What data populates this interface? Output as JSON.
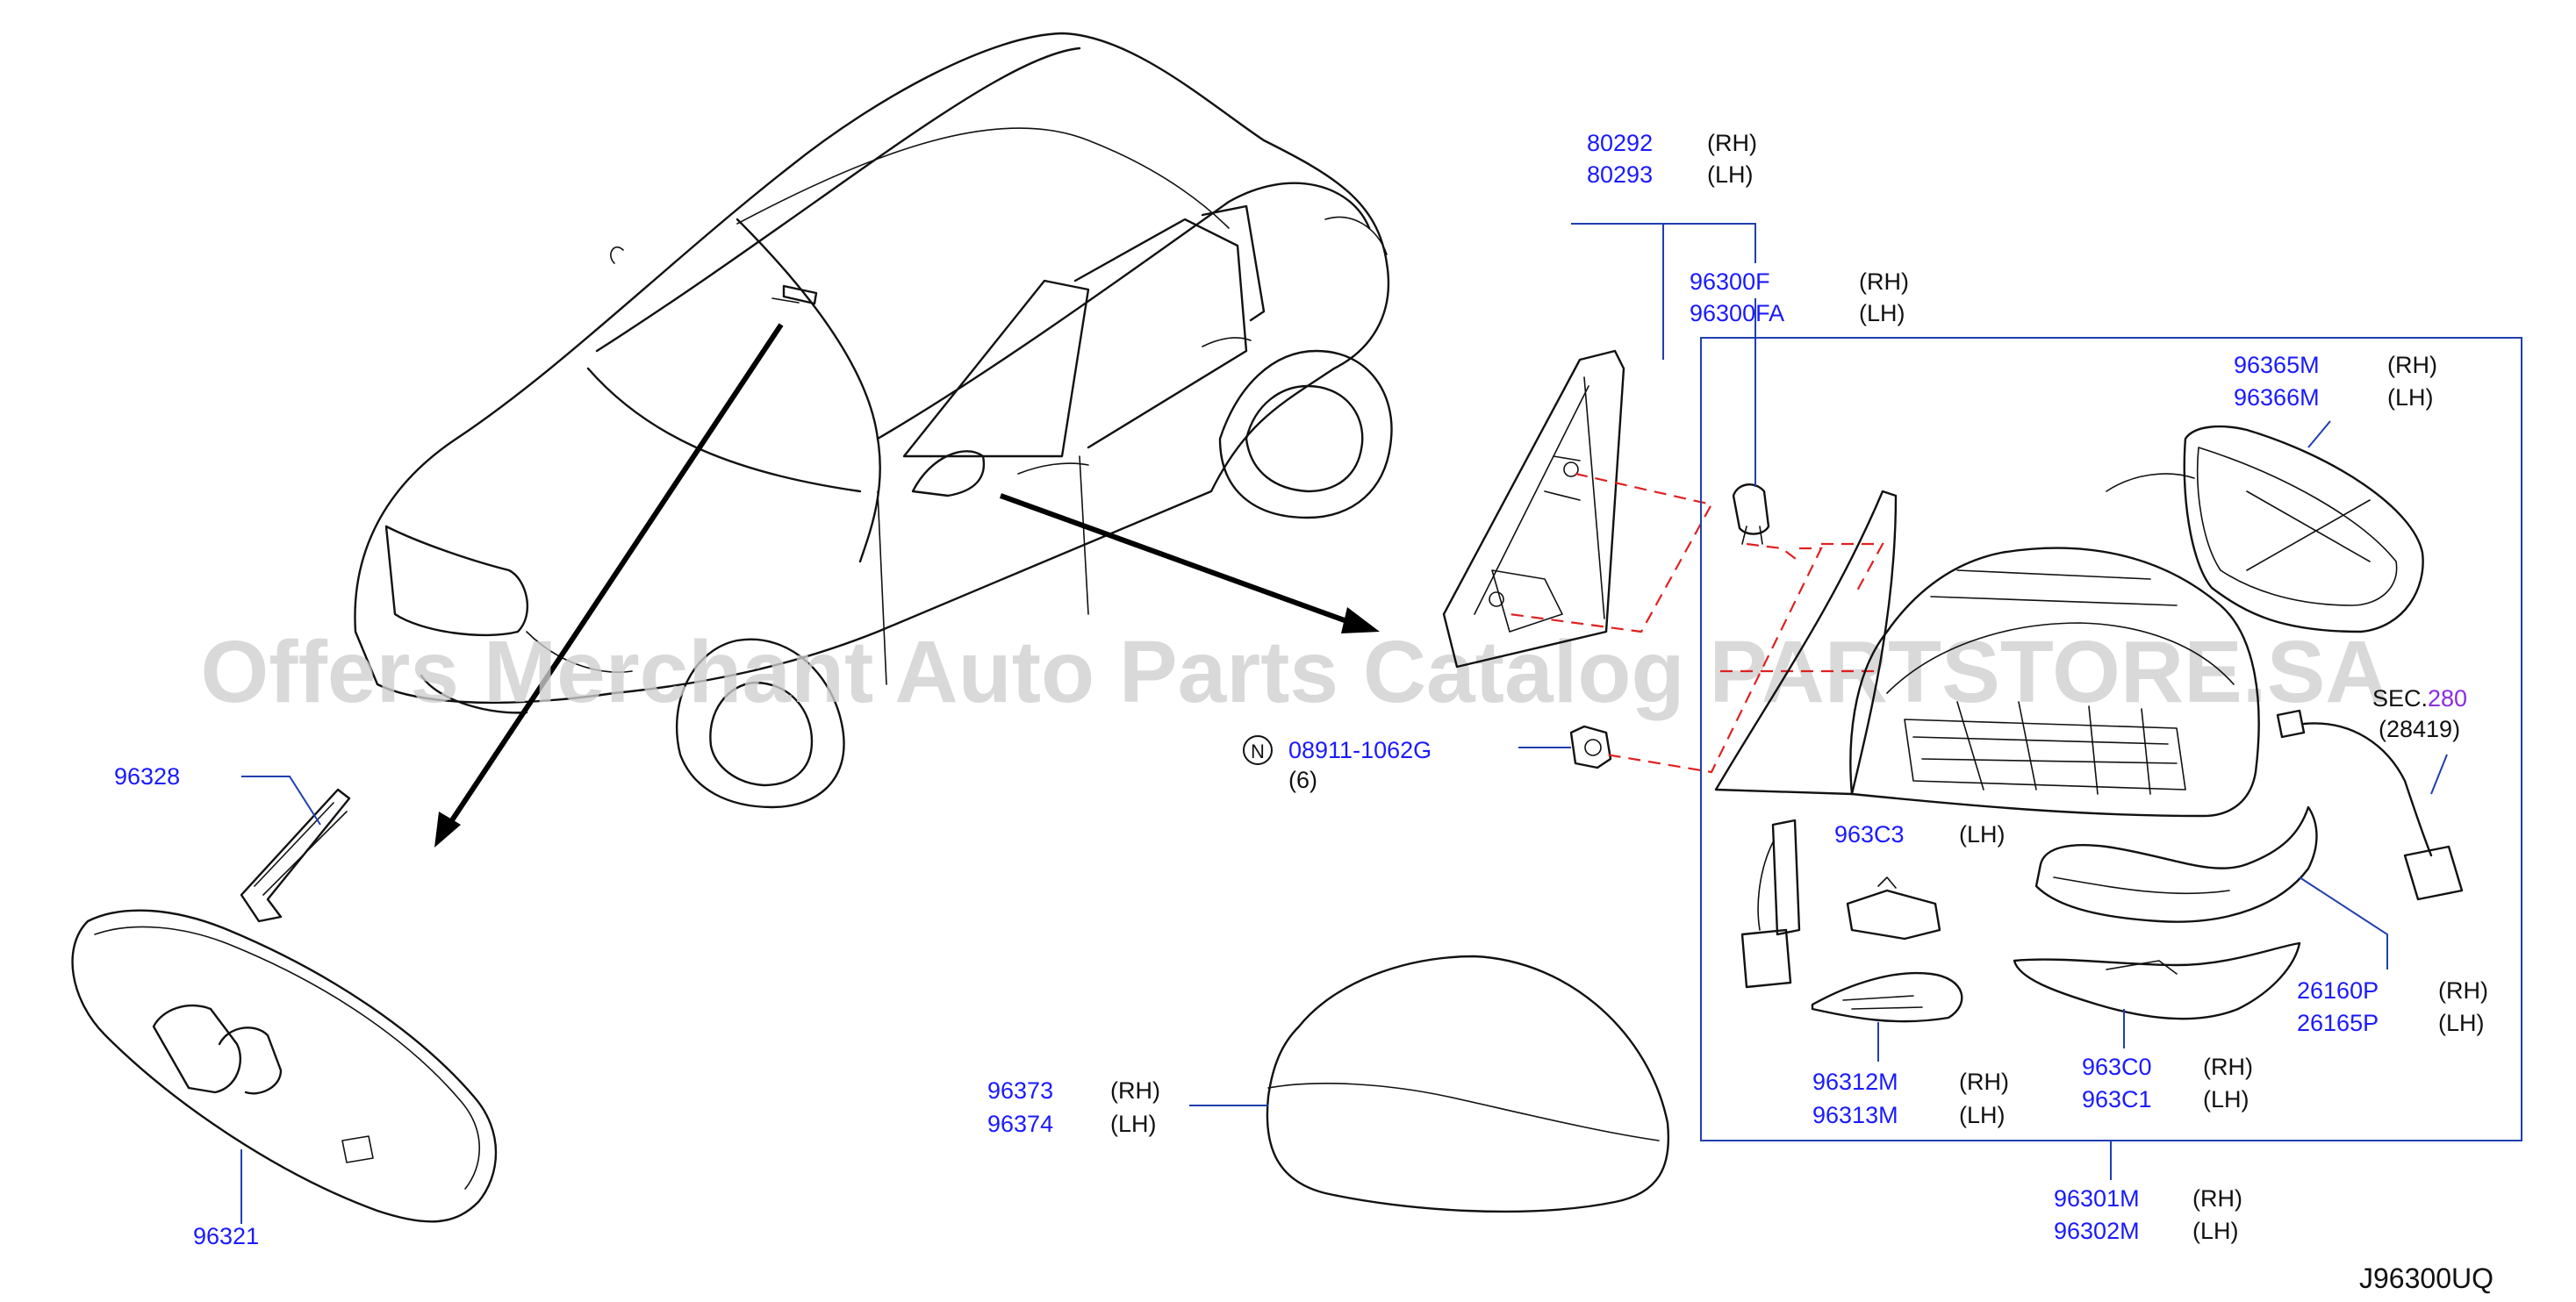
{
  "watermark": "Offers Merchant Auto Parts Catalog PARTSTORE.SA",
  "diagram_code": "J96300UQ",
  "colors": {
    "part_number": "#1a1aff",
    "leader_line": "#1f3fb0",
    "dashed_guide": "#e02020",
    "section_ref": "#8a2be2",
    "watermark": "#cfcfcf"
  },
  "callouts": {
    "c80292": {
      "number": "80292",
      "side": "(RH)"
    },
    "c80293": {
      "number": "80293",
      "side": "(LH)"
    },
    "c96300F": {
      "number": "96300F",
      "side": "(RH)"
    },
    "c96300FA": {
      "number": "96300FA",
      "side": "(LH)"
    },
    "c96365M": {
      "number": "96365M",
      "side": "(RH)"
    },
    "c96366M": {
      "number": "96366M",
      "side": "(LH)"
    },
    "sec": {
      "prefix": "SEC.",
      "number": "280",
      "sub": "(28419)"
    },
    "c08911": {
      "badge": "N",
      "number": "08911-1062G",
      "qty": "(6)"
    },
    "c963C3": {
      "number": "963C3",
      "side": "(LH)"
    },
    "c26160P": {
      "number": "26160P",
      "side": "(RH)"
    },
    "c26165P": {
      "number": "26165P",
      "side": "(LH)"
    },
    "c963C0": {
      "number": "963C0",
      "side": "(RH)"
    },
    "c963C1": {
      "number": "963C1",
      "side": "(LH)"
    },
    "c96312M": {
      "number": "96312M",
      "side": "(RH)"
    },
    "c96313M": {
      "number": "96313M",
      "side": "(LH)"
    },
    "c96301M": {
      "number": "96301M",
      "side": "(RH)"
    },
    "c96302M": {
      "number": "96302M",
      "side": "(LH)"
    },
    "c96373": {
      "number": "96373",
      "side": "(RH)"
    },
    "c96374": {
      "number": "96374",
      "side": "(LH)"
    },
    "c96328": {
      "number": "96328"
    },
    "c96321": {
      "number": "96321"
    }
  }
}
